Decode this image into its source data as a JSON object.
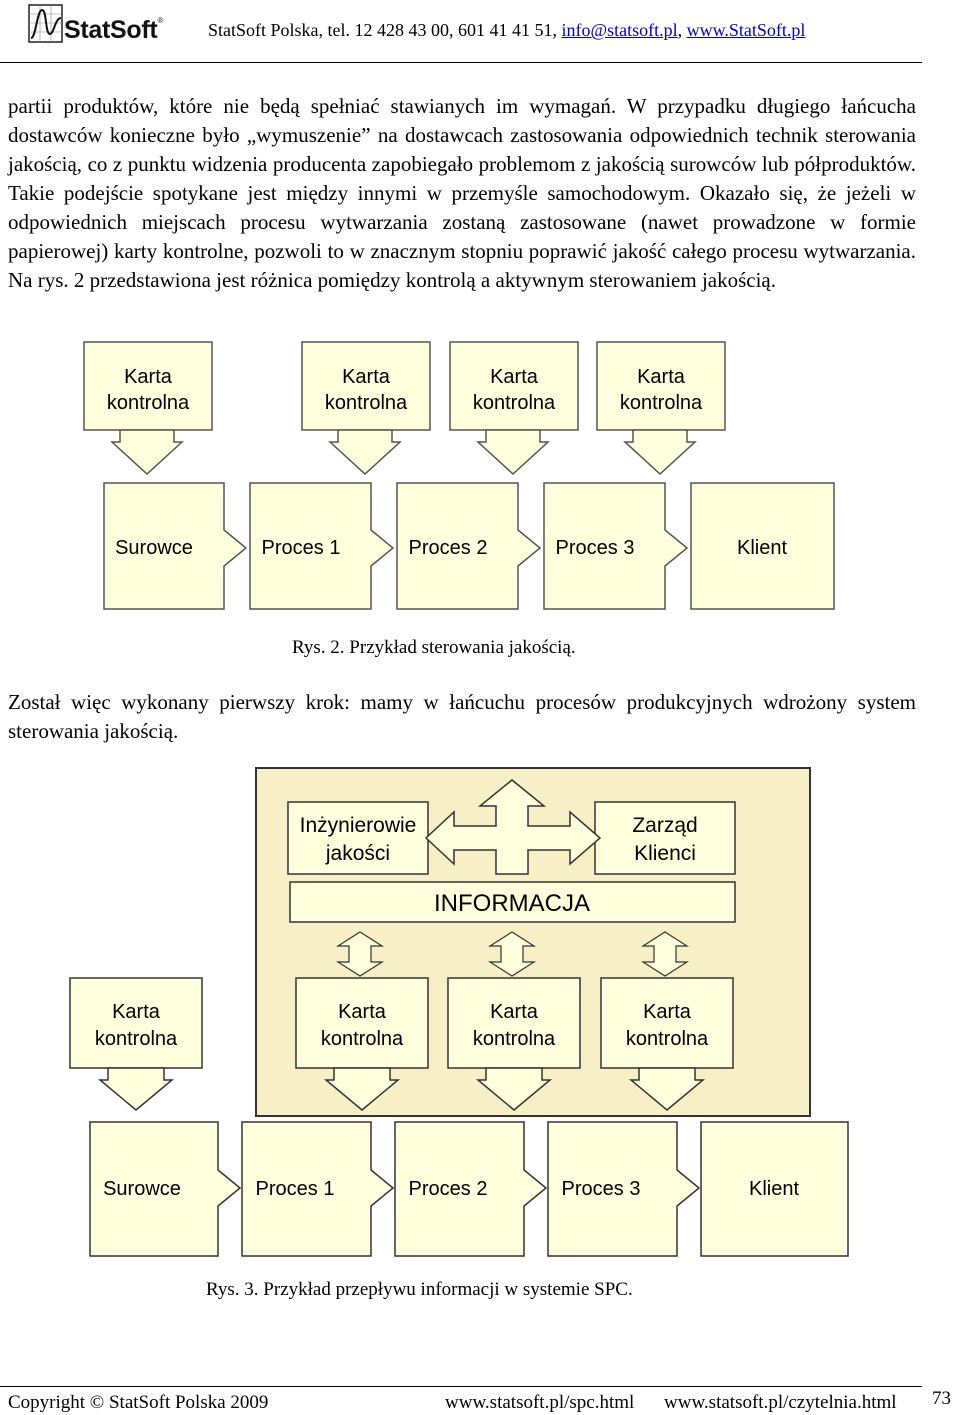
{
  "header": {
    "logo_text": "StatSoft",
    "logo_reg": "®",
    "contact_prefix": "StatSoft Polska, tel. 12 428 43 00, 601 41 41 51, ",
    "email": "info@statsoft.pl",
    "separator": ", ",
    "website": "www.StatSoft.pl"
  },
  "body": {
    "paragraph1": "partii produktów, które nie będą spełniać stawianych im wymagań. W przypadku długiego łańcucha dostawców konieczne było „wymuszenie” na dostawcach zastosowania odpowiednich technik sterowania jakością, co z punktu widzenia producenta zapobiegało problemom z jakością surowców lub półproduktów. Takie podejście spotykane jest między innymi w przemyśle samochodowym. Okazało się, że jeżeli w odpowiednich miejscach procesu wytwarzania zostaną zastosowane (nawet prowadzone w formie papierowej) karty kontrolne, pozwoli to w znacznym stopniu poprawić jakość całego procesu wytwarzania. Na rys. 2 przedstawiona jest różnica pomiędzy kontrolą a aktywnym sterowaniem jakością.",
    "paragraph2": "Został więc wykonany pierwszy krok: mamy w łańcuchu procesów produkcyjnych wdrożony system sterowania jakością."
  },
  "figure2": {
    "card_line1": "Karta",
    "card_line2": "kontrolna",
    "stages": [
      "Surowce",
      "Proces 1",
      "Proces 2",
      "Proces 3",
      "Klient"
    ],
    "caption": "Rys. 2. Przykład sterowania jakością."
  },
  "figure3": {
    "engineers_line1": "Inżynierowie",
    "engineers_line2": "jakości",
    "board_line1": "Zarząd",
    "board_line2": "Klienci",
    "information": "INFORMACJA",
    "card_line1": "Karta",
    "card_line2": "kontrolna",
    "stages": [
      "Surowce",
      "Proces 1",
      "Proces 2",
      "Proces 3",
      "Klient"
    ],
    "caption": "Rys. 3. Przykład przepływu informacji w systemie SPC."
  },
  "footer": {
    "copyright": "Copyright © StatSoft Polska 2009",
    "link1": "www.statsoft.pl/spc.html",
    "link2": "www.statsoft.pl/czytelnia.html",
    "page_number": "73"
  },
  "colors": {
    "box_fill": "#ffffdd",
    "figure_bg": "#f7f0c6",
    "stroke": "#555555"
  }
}
